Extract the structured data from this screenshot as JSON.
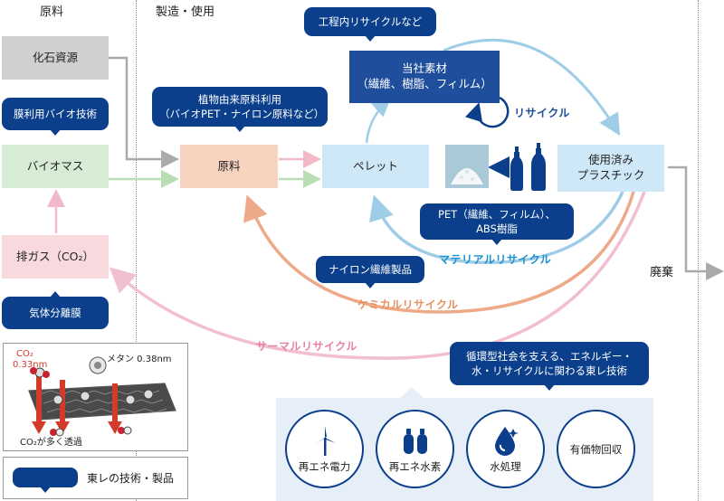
{
  "sections": {
    "raw": "原料",
    "manufacturing": "製造・使用",
    "disposal": "廃棄"
  },
  "left": {
    "fossil": "化石資源",
    "membrane_tag": "膜利用バイオ技術",
    "biomass": "バイオマス",
    "exhaust": "排ガス（CO₂）",
    "gas_membrane": "気体分離膜"
  },
  "middle": {
    "plant_tag_line1": "植物由来原料利用",
    "plant_tag_line2": "（バイオPET・ナイロン原料など）",
    "raw_material": "原料",
    "pellet": "ペレット",
    "inprocess_tag": "工程内リサイクルなど",
    "own_material_line1": "当社素材",
    "own_material_line2": "（繊維、樹脂、フィルム）",
    "recycle": "リサイクル",
    "used_plastic_line1": "使用済み",
    "used_plastic_line2": "プラスチック",
    "pet_tag_line1": "PET（繊維、フィルム）、",
    "pet_tag_line2": "ABS樹脂",
    "material_recycle": "マテリアルリサイクル",
    "nylon_tag": "ナイロン繊維製品",
    "chemical_recycle": "ケミカルリサイクル",
    "thermal_recycle": "サーマルリサイクル"
  },
  "circular": {
    "tag_line1": "循環型社会を支える、エネルギー・",
    "tag_line2": "水・リサイクルに関わる東レ技術",
    "items": [
      "再エネ電力",
      "再エネ水素",
      "水処理",
      "有価物回収"
    ]
  },
  "membrane_legend": {
    "co2": "CO₂",
    "co2_size": "0.33nm",
    "methane": "メタン 0.38nm",
    "caption": "CO₂が多く透過"
  },
  "legend": {
    "label": "東レの技術・製品"
  },
  "colors": {
    "navy": "#0b3f8c",
    "material": "#1a8fd1",
    "chemical": "#e8905f",
    "thermal": "#e77fa6",
    "arrow_gray": "#aaaaaa",
    "arrow_green": "#b9ddb4",
    "arrow_blue": "#9fcde8"
  },
  "icons": [
    "wind-turbine-icon",
    "hydrogen-tank-icon",
    "water-drop-icon",
    "bottle-icon",
    "pellet-pile-icon"
  ]
}
